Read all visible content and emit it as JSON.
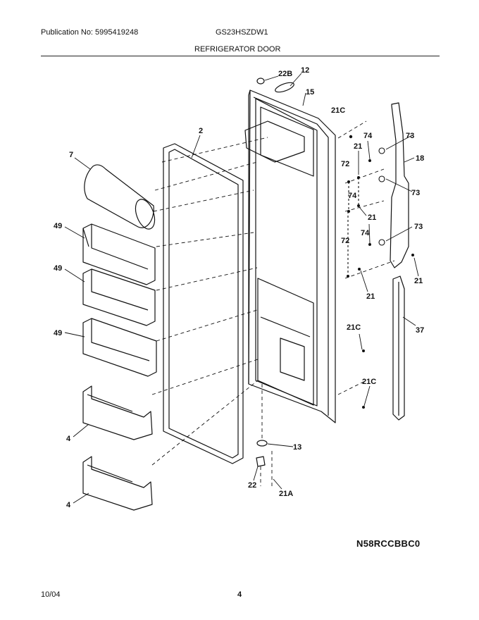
{
  "header": {
    "publication": "Publication No: 5995419248",
    "model": "GS23HSZDW1",
    "section_title": "REFRIGERATOR DOOR"
  },
  "diagram_code": "N58RCCBBC0",
  "footer": {
    "date": "10/04",
    "page": "4"
  },
  "callouts": {
    "c2": "2",
    "c7": "7",
    "c12": "12",
    "c15": "15",
    "c22B": "22B",
    "c21C_top": "21C",
    "c74_a": "74",
    "c73_a": "73",
    "c21_a": "21",
    "c18": "18",
    "c72_a": "72",
    "c74_b": "74",
    "c73_b": "73",
    "c21_b": "21",
    "c72_b": "72",
    "c74_c": "74",
    "c73_c": "73",
    "c21_c": "21",
    "c21_d": "21",
    "c21C_mid": "21C",
    "c37": "37",
    "c21C_low": "21C",
    "c49_a": "49",
    "c49_b": "49",
    "c49_c": "49",
    "c4_a": "4",
    "c4_b": "4",
    "c13": "13",
    "c22": "22",
    "c21A": "21A"
  }
}
